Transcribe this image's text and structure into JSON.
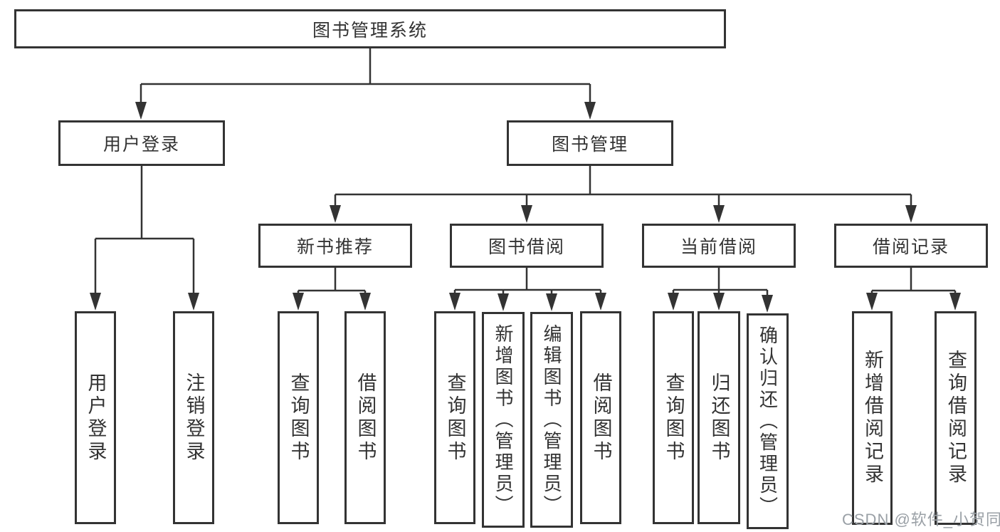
{
  "diagram": {
    "title": "图书管理系统",
    "user_login": {
      "label": "用户登录",
      "children": {
        "login": {
          "label": "用户登录"
        },
        "logout": {
          "label": "注销登录"
        }
      }
    },
    "book_mgmt": {
      "label": "图书管理",
      "children": {
        "new_book": {
          "label": "新书推荐",
          "children": {
            "query": {
              "label": "查询图书"
            },
            "borrow": {
              "label": "借阅图书"
            }
          }
        },
        "borrow": {
          "label": "图书借阅",
          "children": {
            "query": {
              "label": "查询图书"
            },
            "add": {
              "label": "新增图书（管理员）"
            },
            "edit": {
              "label": "编辑图书（管理员）"
            },
            "borrow": {
              "label": "借阅图书"
            }
          }
        },
        "current": {
          "label": "当前借阅",
          "children": {
            "query": {
              "label": "查询图书"
            },
            "return": {
              "label": "归还图书"
            },
            "confirm": {
              "label": "确认归还（管理员）"
            }
          }
        },
        "records": {
          "label": "借阅记录",
          "children": {
            "add": {
              "label": "新增借阅记录"
            },
            "query": {
              "label": "查询借阅记录"
            }
          }
        }
      }
    }
  },
  "watermark": {
    "text": "CSDN @软件_小贺同学"
  },
  "colors": {
    "line": "#333333",
    "box_border": "#333333",
    "text": "#333333",
    "background": "#ffffff",
    "watermark": "#9aa0a6"
  }
}
